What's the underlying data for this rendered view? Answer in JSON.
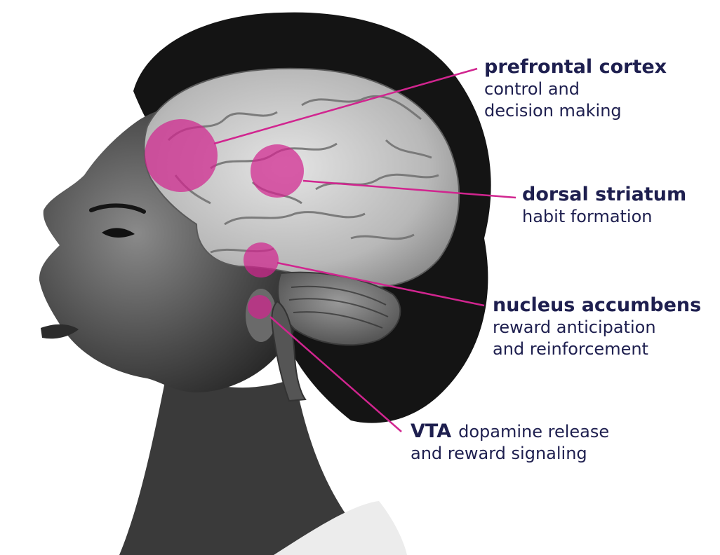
{
  "accent_color": "#d1258f",
  "text_color": "#1e1f4f",
  "regions": {
    "prefrontal_cortex": {
      "title": "prefrontal cortex",
      "desc_line1": "control and",
      "desc_line2": "decision making"
    },
    "dorsal_striatum": {
      "title": "dorsal striatum",
      "desc_line1": "habit formation"
    },
    "nucleus_accumbens": {
      "title": "nucleus accumbens",
      "desc_line1": "reward anticipation",
      "desc_line2": "and reinforcement"
    },
    "vta": {
      "title": "VTA",
      "desc_line1": "dopamine release",
      "desc_line2": "and reward signaling"
    }
  }
}
